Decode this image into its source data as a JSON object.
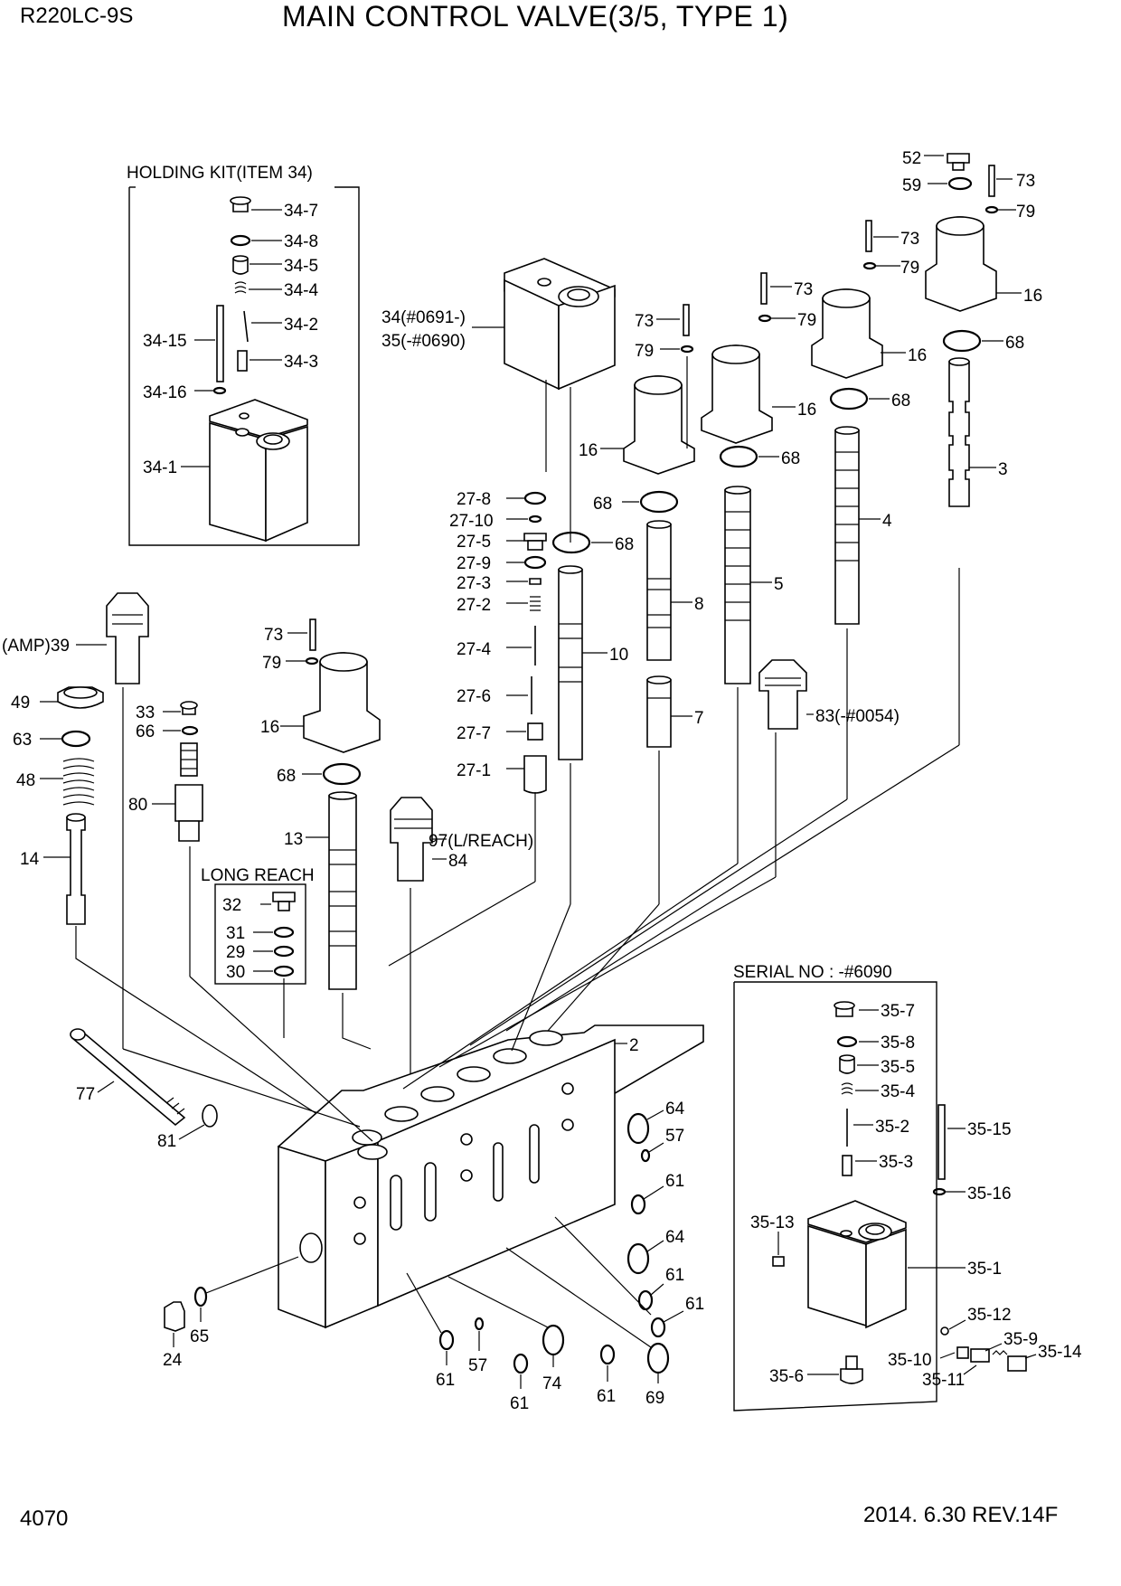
{
  "header": {
    "model": "R220LC-9S",
    "title": "MAIN CONTROL VALVE(3/5, TYPE 1)"
  },
  "footer": {
    "page_number": "4070",
    "revision": "2014. 6.30  REV.14F"
  },
  "boxes": {
    "holding_kit": "HOLDING KIT(ITEM 34)",
    "long_reach": "LONG REACH",
    "serial": "SERIAL NO : -#6090"
  },
  "callouts": {
    "c34_7": "34-7",
    "c34_8": "34-8",
    "c34_5": "34-5",
    "c34_4": "34-4",
    "c34_2": "34-2",
    "c34_15": "34-15",
    "c34_3": "34-3",
    "c34_16": "34-16",
    "c34_1": "34-1",
    "c34a": "34(#0691-)",
    "c35a": "35(-#0690)",
    "c27_8": "27-8",
    "c27_10": "27-10",
    "c27_5": "27-5",
    "c27_9": "27-9",
    "c27_3": "27-3",
    "c27_2": "27-2",
    "c27_4": "27-4",
    "c27_6": "27-6",
    "c27_7": "27-7",
    "c27_1": "27-1",
    "c52": "52",
    "c59": "59",
    "c73a": "73",
    "c79a": "79",
    "c16a": "16",
    "c68a": "68",
    "c3": "3",
    "c73b": "73",
    "c79b": "79",
    "c16b": "16",
    "c68b": "68",
    "c4": "4",
    "c73c": "73",
    "c79c": "79",
    "c16c": "16",
    "c68c": "68",
    "c5": "5",
    "c73d": "73",
    "c79d": "79",
    "c16d": "16",
    "c68d": "68",
    "c8": "8",
    "c7": "7",
    "c68e": "68",
    "c10": "10",
    "c83": "83(-#0054)",
    "c39": "(AMP)39",
    "c49": "49",
    "c63": "63",
    "c48": "48",
    "c14": "14",
    "c33": "33",
    "c66": "66",
    "c80": "80",
    "c73e": "73",
    "c79e": "79",
    "c16e": "16",
    "c68f": "68",
    "c13": "13",
    "c97": "97(L/REACH)",
    "c84": "84",
    "c32": "32",
    "c31": "31",
    "c29": "29",
    "c30": "30",
    "c2": "2",
    "c77": "77",
    "c81": "81",
    "c24": "24",
    "c65": "65",
    "c64a": "64",
    "c57a": "57",
    "c61a": "61",
    "c64b": "64",
    "c61b": "61",
    "c61c": "61",
    "c69": "69",
    "c61d": "61",
    "c74": "74",
    "c61e": "61",
    "c57b": "57",
    "c61f": "61",
    "c35_7": "35-7",
    "c35_8": "35-8",
    "c35_5": "35-5",
    "c35_4": "35-4",
    "c35_2": "35-2",
    "c35_15": "35-15",
    "c35_3": "35-3",
    "c35_16": "35-16",
    "c35_13": "35-13",
    "c35_1": "35-1",
    "c35_12": "35-12",
    "c35_9": "35-9",
    "c35_14": "35-14",
    "c35_10": "35-10",
    "c35_11": "35-11",
    "c35_6": "35-6"
  }
}
